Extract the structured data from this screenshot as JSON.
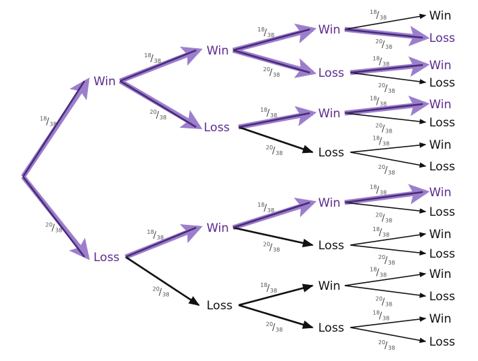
{
  "diagram": {
    "title": "",
    "colors": {
      "highlight_fill": "#8c6bbd",
      "highlight_core": "#4b2a7a",
      "highlight_text": "#5b2a8e",
      "plain": "#111111",
      "prob_text": "#555555"
    },
    "nodes": [
      {
        "id": "root",
        "label": "",
        "parent": null,
        "highlighted": false
      },
      {
        "id": "W",
        "label": "Win",
        "parent": "root",
        "prob": {
          "num": "18",
          "den": "38"
        },
        "highlighted": true
      },
      {
        "id": "L",
        "label": "Loss",
        "parent": "root",
        "prob": {
          "num": "20",
          "den": "38"
        },
        "highlighted": true
      },
      {
        "id": "WW",
        "label": "Win",
        "parent": "W",
        "prob": {
          "num": "18",
          "den": "38"
        },
        "highlighted": true
      },
      {
        "id": "WL",
        "label": "Loss",
        "parent": "W",
        "prob": {
          "num": "20",
          "den": "38"
        },
        "highlighted": true
      },
      {
        "id": "LW",
        "label": "Win",
        "parent": "L",
        "prob": {
          "num": "18",
          "den": "38"
        },
        "highlighted": true
      },
      {
        "id": "LL",
        "label": "Loss",
        "parent": "L",
        "prob": {
          "num": "20",
          "den": "38"
        },
        "highlighted": false
      },
      {
        "id": "WWW",
        "label": "Win",
        "parent": "WW",
        "prob": {
          "num": "18",
          "den": "38"
        },
        "highlighted": true
      },
      {
        "id": "WWL",
        "label": "Loss",
        "parent": "WW",
        "prob": {
          "num": "20",
          "den": "38"
        },
        "highlighted": true
      },
      {
        "id": "WLW",
        "label": "Win",
        "parent": "WL",
        "prob": {
          "num": "18",
          "den": "38"
        },
        "highlighted": true
      },
      {
        "id": "WLL",
        "label": "Loss",
        "parent": "WL",
        "prob": {
          "num": "20",
          "den": "38"
        },
        "highlighted": false
      },
      {
        "id": "LWW",
        "label": "Win",
        "parent": "LW",
        "prob": {
          "num": "18",
          "den": "38"
        },
        "highlighted": true
      },
      {
        "id": "LWL",
        "label": "Loss",
        "parent": "LW",
        "prob": {
          "num": "20",
          "den": "38"
        },
        "highlighted": false
      },
      {
        "id": "LLW",
        "label": "Win",
        "parent": "LL",
        "prob": {
          "num": "18",
          "den": "38"
        },
        "highlighted": false
      },
      {
        "id": "LLL",
        "label": "Loss",
        "parent": "LL",
        "prob": {
          "num": "20",
          "den": "38"
        },
        "highlighted": false
      },
      {
        "id": "WWWW",
        "label": "Win",
        "parent": "WWW",
        "prob": {
          "num": "18",
          "den": "38"
        },
        "highlighted": false
      },
      {
        "id": "WWWL",
        "label": "Loss",
        "parent": "WWW",
        "prob": {
          "num": "20",
          "den": "38"
        },
        "highlighted": true
      },
      {
        "id": "WWLW",
        "label": "Win",
        "parent": "WWL",
        "prob": {
          "num": "18",
          "den": "38"
        },
        "highlighted": true
      },
      {
        "id": "WWLL",
        "label": "Loss",
        "parent": "WWL",
        "prob": {
          "num": "20",
          "den": "38"
        },
        "highlighted": false
      },
      {
        "id": "WLWW",
        "label": "Win",
        "parent": "WLW",
        "prob": {
          "num": "18",
          "den": "38"
        },
        "highlighted": true
      },
      {
        "id": "WLWL",
        "label": "Loss",
        "parent": "WLW",
        "prob": {
          "num": "20",
          "den": "38"
        },
        "highlighted": false
      },
      {
        "id": "WLLW",
        "label": "Win",
        "parent": "WLL",
        "prob": {
          "num": "18",
          "den": "38"
        },
        "highlighted": false
      },
      {
        "id": "WLLL",
        "label": "Loss",
        "parent": "WLL",
        "prob": {
          "num": "20",
          "den": "38"
        },
        "highlighted": false
      },
      {
        "id": "LWWW",
        "label": "Win",
        "parent": "LWW",
        "prob": {
          "num": "18",
          "den": "38"
        },
        "highlighted": true
      },
      {
        "id": "LWWL",
        "label": "Loss",
        "parent": "LWW",
        "prob": {
          "num": "20",
          "den": "38"
        },
        "highlighted": false
      },
      {
        "id": "LWLW",
        "label": "Win",
        "parent": "LWL",
        "prob": {
          "num": "18",
          "den": "38"
        },
        "highlighted": false
      },
      {
        "id": "LWLL",
        "label": "Loss",
        "parent": "LWL",
        "prob": {
          "num": "20",
          "den": "38"
        },
        "highlighted": false
      },
      {
        "id": "LLWW",
        "label": "Win",
        "parent": "LLW",
        "prob": {
          "num": "18",
          "den": "38"
        },
        "highlighted": false
      },
      {
        "id": "LLWL",
        "label": "Loss",
        "parent": "LLW",
        "prob": {
          "num": "20",
          "den": "38"
        },
        "highlighted": false
      },
      {
        "id": "LLLW",
        "label": "Win",
        "parent": "LLL",
        "prob": {
          "num": "18",
          "den": "38"
        },
        "highlighted": false
      },
      {
        "id": "LLLL",
        "label": "Loss",
        "parent": "LLL",
        "prob": {
          "num": "20",
          "den": "38"
        },
        "highlighted": false
      }
    ]
  }
}
